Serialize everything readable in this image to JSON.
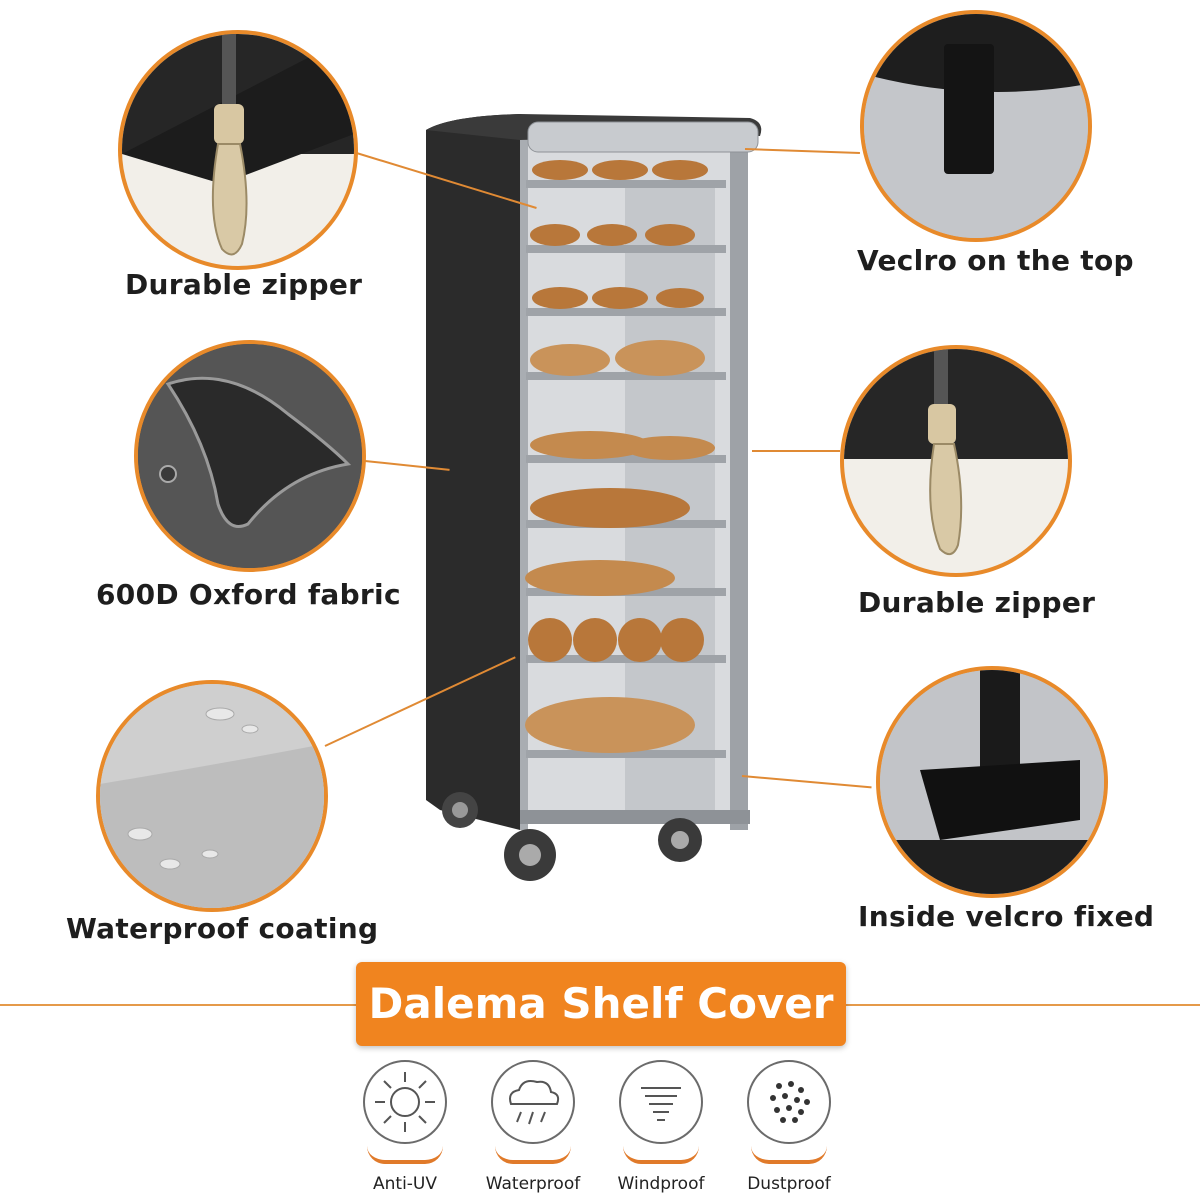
{
  "callouts_left": [
    {
      "label": "Durable zipper",
      "icon": "zipper-icon"
    },
    {
      "label": "600D Oxford fabric",
      "icon": "water-drop-icon"
    },
    {
      "label": "Waterproof coating",
      "icon": "water-beads-icon"
    }
  ],
  "callouts_right": [
    {
      "label": "Veclro on the top",
      "icon": "velcro-strap-icon"
    },
    {
      "label": "Durable zipper",
      "icon": "zipper-icon"
    },
    {
      "label": "Inside velcro fixed",
      "icon": "velcro-fixed-icon"
    }
  ],
  "banner": {
    "title": "Dalema Shelf Cover"
  },
  "features": [
    {
      "label": "Anti-UV",
      "icon": "sun-icon"
    },
    {
      "label": "Waterproof",
      "icon": "rain-cloud-icon"
    },
    {
      "label": "Windproof",
      "icon": "wind-icon"
    },
    {
      "label": "Dustproof",
      "icon": "dust-icon"
    }
  ],
  "colors": {
    "accent": "#f0841f",
    "cover": "#2b2b2b",
    "rack": "#b9bcc0"
  }
}
